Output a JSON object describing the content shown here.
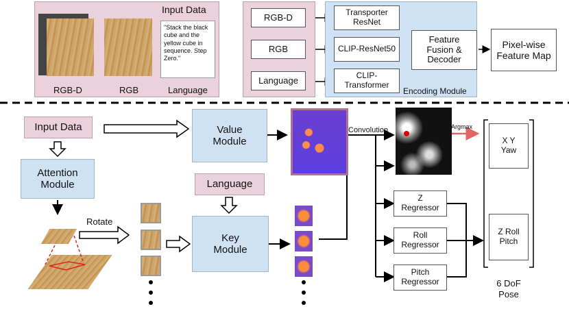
{
  "top": {
    "input_data_title": "Input Data",
    "rgbd_label": "RGB-D",
    "rgb_label": "RGB",
    "language_label": "Language",
    "instruction_text": "\"Stack the black cube and the yellow cube in sequence. Step Zero.\"",
    "inputs": [
      "RGB-D",
      "RGB",
      "Language"
    ],
    "encoders": [
      "Transporter ResNet",
      "CLIP-ResNet50",
      "CLIP-Transformer"
    ],
    "fusion": "Feature Fusion & Decoder",
    "encoding_module": "Encoding Module",
    "output": "Pixel-wise Feature Map"
  },
  "bottom": {
    "input_data": "Input Data",
    "attention_module": "Attention Module",
    "value_module": "Value Module",
    "key_module": "Key Module",
    "language": "Language",
    "rotate": "Rotate",
    "convolution": "Convolution",
    "argmax": "Argmax",
    "regressors": [
      "Z Regressor",
      "Roll Regressor",
      "Pitch Regressor"
    ],
    "pose_xyz": "X Y Yaw",
    "pose_zrp": "Z Roll Pitch",
    "pose_label": "6 DoF Pose"
  },
  "colors": {
    "pink": "#ead1dc",
    "blue": "#cfe2f3",
    "argmax_arrow": "#e06666",
    "crop_outline": "#dd2222"
  }
}
